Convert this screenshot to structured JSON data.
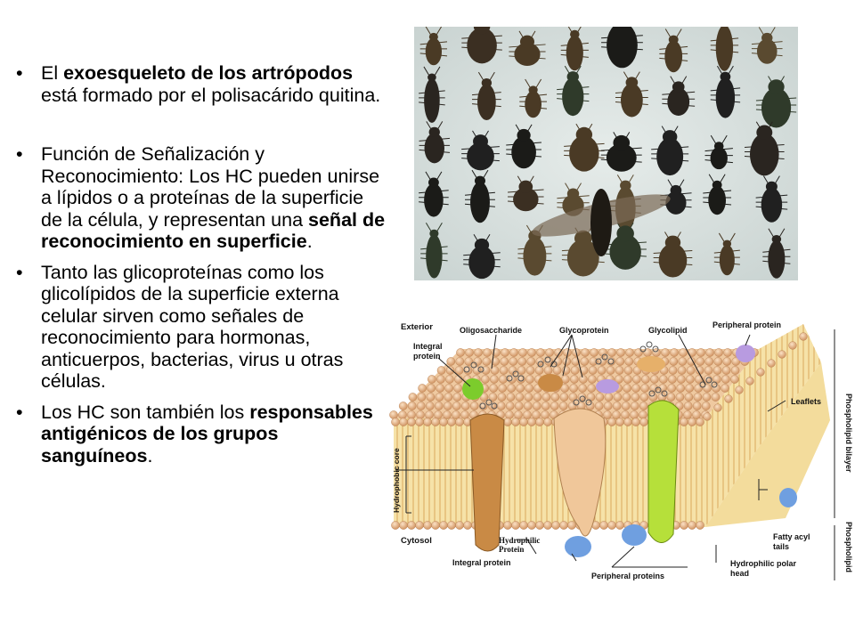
{
  "slide": {
    "bullets": [
      {
        "marker": "•",
        "parts": [
          {
            "text": "El ",
            "bold": false
          },
          {
            "text": "exoesqueleto de los artrópodos",
            "bold": true
          },
          {
            "text": " está formado por el polisacárido quitina.",
            "bold": false
          }
        ]
      },
      {
        "marker": "•",
        "parts": [
          {
            "text": "Función de Señalización y Reconocimiento: Los HC pueden unirse a lípidos o a proteínas de la superficie de la célula, y representan una ",
            "bold": false
          },
          {
            "text": "señal de reconocimiento en superficie",
            "bold": true
          },
          {
            "text": ".",
            "bold": false
          }
        ]
      },
      {
        "marker": "•",
        "parts": [
          {
            "text": "Tanto las glicoproteínas como los glicolípidos de la superficie externa celular sirven como señales de reconocimiento para hormonas, anticuerpos, bacterias, virus u otras células.",
            "bold": false
          }
        ]
      },
      {
        "marker": "•",
        "parts": [
          {
            "text": "Los HC son también los ",
            "bold": false
          },
          {
            "text": "responsables antigénicos de los grupos sanguíneos",
            "bold": true
          },
          {
            "text": ".",
            "bold": false
          }
        ]
      }
    ]
  },
  "diagram": {
    "labels": {
      "exterior": "Exterior",
      "oligosaccharide": "Oligosaccharide",
      "glycoprotein": "Glycoprotein",
      "glycolipid": "Glycolipid",
      "peripheral_protein": "Peripheral protein",
      "integral_protein_top_1": "Integral",
      "integral_protein_top_2": "protein",
      "leaflets": "Leaflets",
      "phospholipid_bilayer": "Phospholipid  bilayer",
      "hydrophobic_core": "Hydrophobic core",
      "cytosol": "Cytosol",
      "hydrophilic_protein_1": "Hydrophilic",
      "hydrophilic_protein_2": "Protein",
      "integral_protein_bottom": "Integral protein",
      "peripheral_proteins": "Peripheral proteins",
      "fatty_acyl_1": "Fatty acyl",
      "fatty_acyl_2": "tails",
      "polar_head_1": "Hydrophilic polar",
      "polar_head_2": "head",
      "phospholipid": "Phospholipid"
    }
  },
  "colors": {
    "head": "#e8b98f",
    "tail": "#f4d98a",
    "integral_brown": "#c98a45",
    "glycoprotein_tan": "#f0c79a",
    "green_protein": "#b6e03a",
    "peripheral_blue": "#6f9fe0",
    "glycolipid_purple": "#b89be0"
  },
  "icons": {
    "bullet": "bullet-marker",
    "photo": "insect-collection-photo",
    "diagram": "cell-membrane-diagram"
  }
}
